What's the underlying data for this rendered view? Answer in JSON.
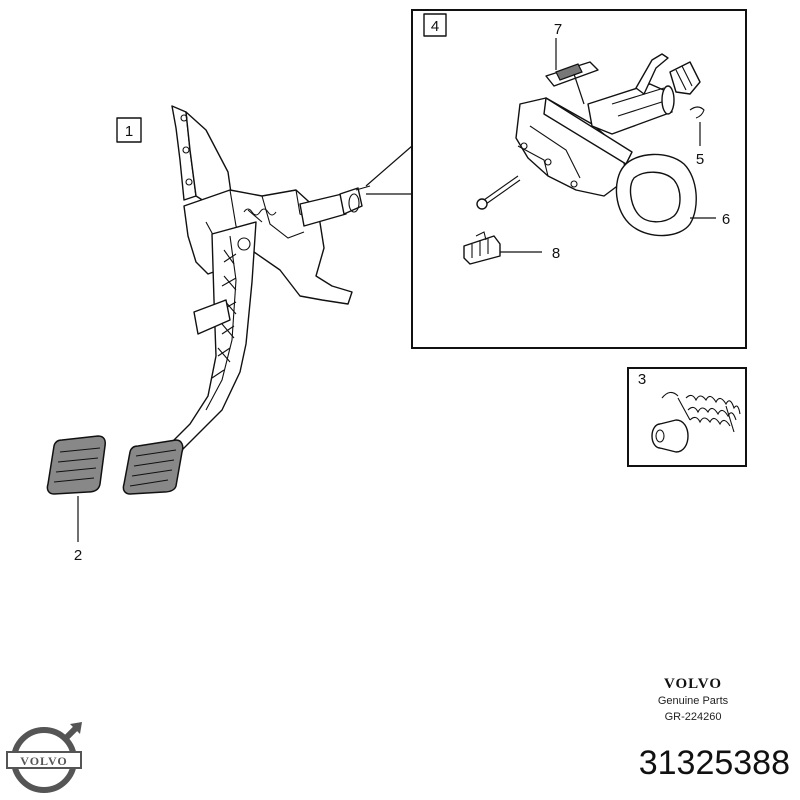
{
  "callouts": {
    "c1": "1",
    "c2": "2",
    "c3": "3",
    "c4": "4",
    "c5": "5",
    "c6": "6",
    "c7": "7",
    "c8": "8"
  },
  "footer": {
    "brand": "VOLVO",
    "tagline": "Genuine Parts",
    "reference": "GR-224260",
    "part_number": "31325388"
  },
  "logo": {
    "wordmark": "VOLVO",
    "color": "#555555"
  },
  "colors": {
    "line": "#111111",
    "pad": "#888888"
  }
}
